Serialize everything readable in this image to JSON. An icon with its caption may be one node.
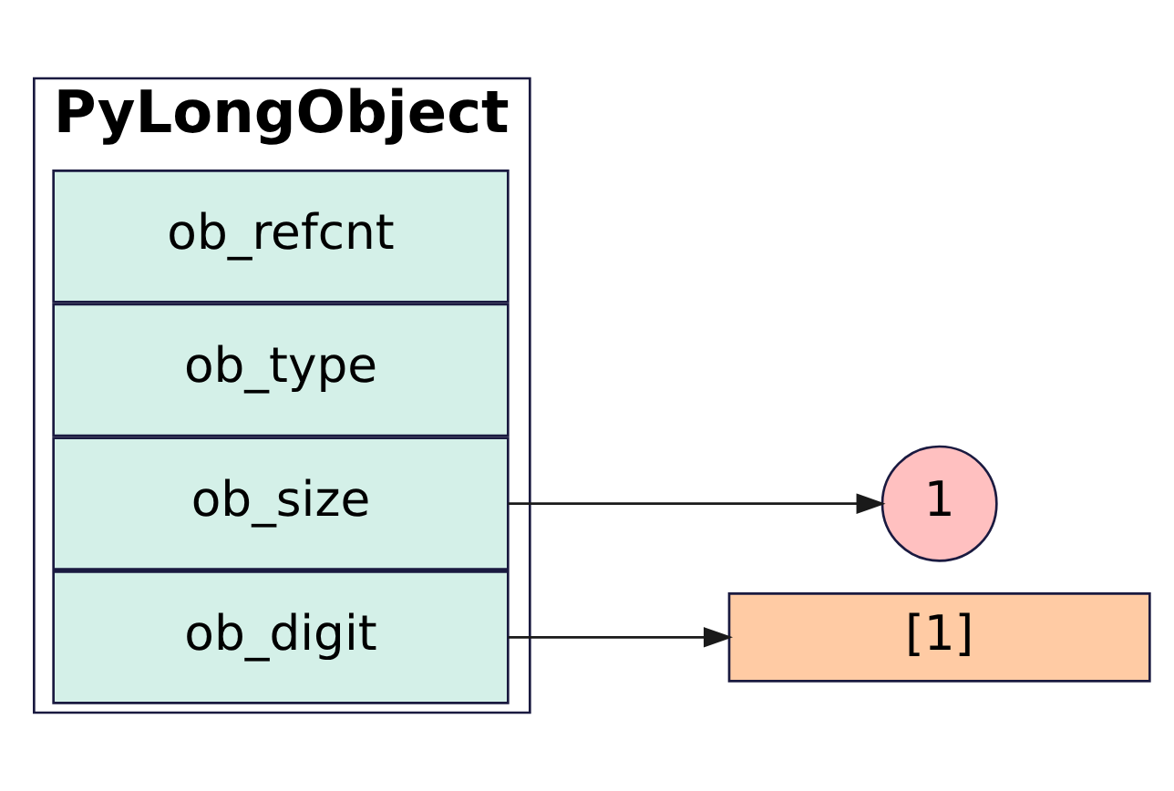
{
  "diagram": {
    "nodes": [
      {
        "text": [
          "PyLongObject"
        ]
      },
      {
        "text": [
          "ob_refcnt"
        ],
        "in": 0
      },
      {
        "text": [
          "ob_type"
        ],
        "in": 0
      },
      {
        "text": [
          "ob_size"
        ],
        "in": 0
      },
      {
        "text": [
          "ob_digit"
        ],
        "in": 0
      },
      {
        "text": [
          "1"
        ]
      },
      {
        "text": [
          "[1]"
        ]
      }
    ],
    "edges": [
      {
        "from": 3,
        "to": 5,
        "arrow": "to"
      },
      {
        "from": 4,
        "to": 6,
        "arrow": "to"
      }
    ]
  }
}
